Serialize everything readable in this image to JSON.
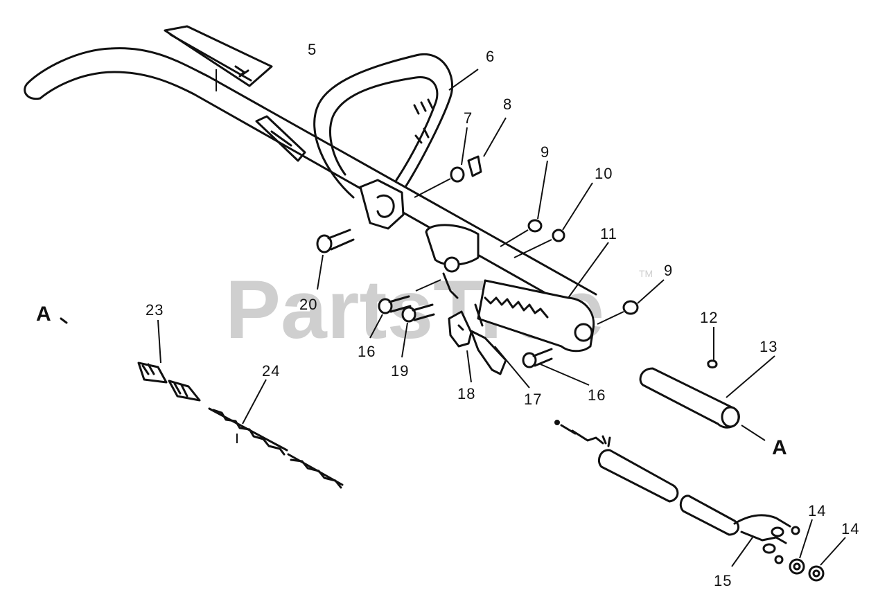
{
  "watermark": {
    "text": "PartsTree",
    "trademark": "TM"
  },
  "view_markers": [
    "A",
    "A"
  ],
  "callouts": [
    "5",
    "6",
    "7",
    "8",
    "9",
    "10",
    "11",
    "9",
    "20",
    "16",
    "19",
    "18",
    "17",
    "16",
    "12",
    "13",
    "23",
    "24",
    "14",
    "14",
    "15"
  ],
  "colors": {
    "ink": "#111111",
    "watermark": "#cfcfcf",
    "background": "#ffffff"
  }
}
